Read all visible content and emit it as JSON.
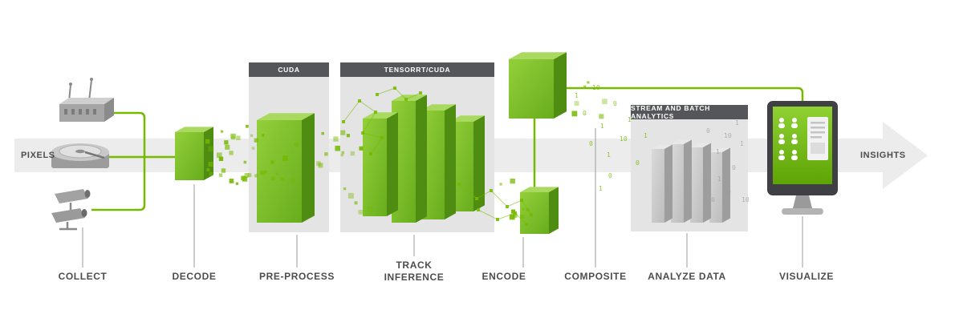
{
  "flow": {
    "pixels_label": "PIXELS",
    "insights_label": "INSIGHTS"
  },
  "panels": [
    {
      "id": "cuda",
      "label": "CUDA"
    },
    {
      "id": "tensorrt-cuda",
      "label": "TENSORRT/CUDA"
    },
    {
      "id": "stream-batch-analytics",
      "label": "STREAM AND BATCH ANALYTICS"
    }
  ],
  "stages": [
    {
      "id": "collect",
      "label": "COLLECT"
    },
    {
      "id": "decode",
      "label": "DECODE"
    },
    {
      "id": "pre-process",
      "label": "PRE-PROCESS"
    },
    {
      "id": "track-inference",
      "label": "TRACK INFERENCE",
      "lines": [
        "TRACK",
        "INFERENCE"
      ]
    },
    {
      "id": "encode",
      "label": "ENCODE"
    },
    {
      "id": "composite",
      "label": "COMPOSITE"
    },
    {
      "id": "analyze-data",
      "label": "ANALYZE DATA"
    },
    {
      "id": "visualize",
      "label": "VISUALIZE"
    }
  ],
  "icons": {
    "sources": [
      "router-icon",
      "storage-icon",
      "camera-icon"
    ],
    "output": "monitor-icon"
  },
  "colors": {
    "accent_green": "#76b900",
    "panel_gray": "#e4e4e4",
    "header_gray": "#55565a",
    "band_gray": "#ececec",
    "label_gray": "#4d4d4d"
  },
  "decorations": {
    "green_binary": [
      "1",
      "0",
      "10",
      "1",
      "0",
      "1",
      "0",
      "10",
      "1",
      "0",
      "1",
      "0",
      "1"
    ],
    "gray_binary": [
      "0",
      "1",
      "10",
      "0",
      "1",
      "0",
      "1",
      "10",
      "1",
      "0"
    ]
  }
}
